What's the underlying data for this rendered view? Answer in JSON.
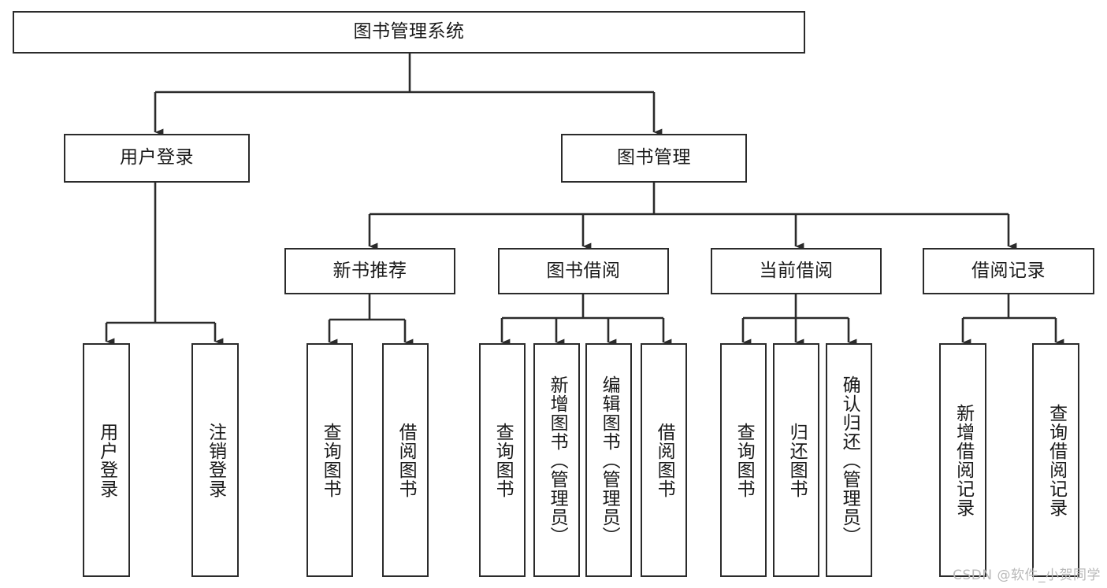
{
  "diagram": {
    "title": "图书管理系统",
    "type": "tree-hierarchy",
    "watermark": "CSDN @软件_小贺同学",
    "colors": {
      "stroke": "#2b2b2b",
      "fill": "#ffffff",
      "text": "#1a1a1a",
      "watermark": "#b9b9b9"
    },
    "nodes": {
      "root": {
        "label": "图书管理系统",
        "level": 1,
        "orientation": "horizontal"
      },
      "l2": [
        {
          "id": "user-login",
          "label": "用户登录",
          "level": 2,
          "orientation": "horizontal"
        },
        {
          "id": "book-manage",
          "label": "图书管理",
          "level": 2,
          "orientation": "horizontal"
        }
      ],
      "l3": [
        {
          "id": "new-book-recommend",
          "label": "新书推荐",
          "level": 3,
          "orientation": "horizontal"
        },
        {
          "id": "book-borrow",
          "label": "图书借阅",
          "level": 3,
          "orientation": "horizontal"
        },
        {
          "id": "current-borrow",
          "label": "当前借阅",
          "level": 3,
          "orientation": "horizontal"
        },
        {
          "id": "borrow-record",
          "label": "借阅记录",
          "level": 3,
          "orientation": "horizontal"
        }
      ],
      "leaves": [
        {
          "id": "leaf-user-login",
          "label": "用户登录",
          "parent": "user-login",
          "orientation": "vertical"
        },
        {
          "id": "leaf-logout",
          "label": "注销登录",
          "parent": "user-login",
          "orientation": "vertical"
        },
        {
          "id": "leaf-query-book-1",
          "label": "查询图书",
          "parent": "new-book-recommend",
          "orientation": "vertical"
        },
        {
          "id": "leaf-borrow-book-1",
          "label": "借阅图书",
          "parent": "new-book-recommend",
          "orientation": "vertical"
        },
        {
          "id": "leaf-query-book-2",
          "label": "查询图书",
          "parent": "book-borrow",
          "orientation": "vertical"
        },
        {
          "id": "leaf-add-book",
          "label": "新增图书（管理员）",
          "parent": "book-borrow",
          "orientation": "vertical"
        },
        {
          "id": "leaf-edit-book",
          "label": "编辑图书（管理员）",
          "parent": "book-borrow",
          "orientation": "vertical"
        },
        {
          "id": "leaf-borrow-book-2",
          "label": "借阅图书",
          "parent": "book-borrow",
          "orientation": "vertical"
        },
        {
          "id": "leaf-query-book-3",
          "label": "查询图书",
          "parent": "current-borrow",
          "orientation": "vertical"
        },
        {
          "id": "leaf-return-book",
          "label": "归还图书",
          "parent": "current-borrow",
          "orientation": "vertical"
        },
        {
          "id": "leaf-confirm-return",
          "label": "确认归还（管理员）",
          "parent": "current-borrow",
          "orientation": "vertical"
        },
        {
          "id": "leaf-add-record",
          "label": "新增借阅记录",
          "parent": "borrow-record",
          "orientation": "vertical"
        },
        {
          "id": "leaf-query-record",
          "label": "查询借阅记录",
          "parent": "borrow-record",
          "orientation": "vertical"
        }
      ]
    }
  }
}
